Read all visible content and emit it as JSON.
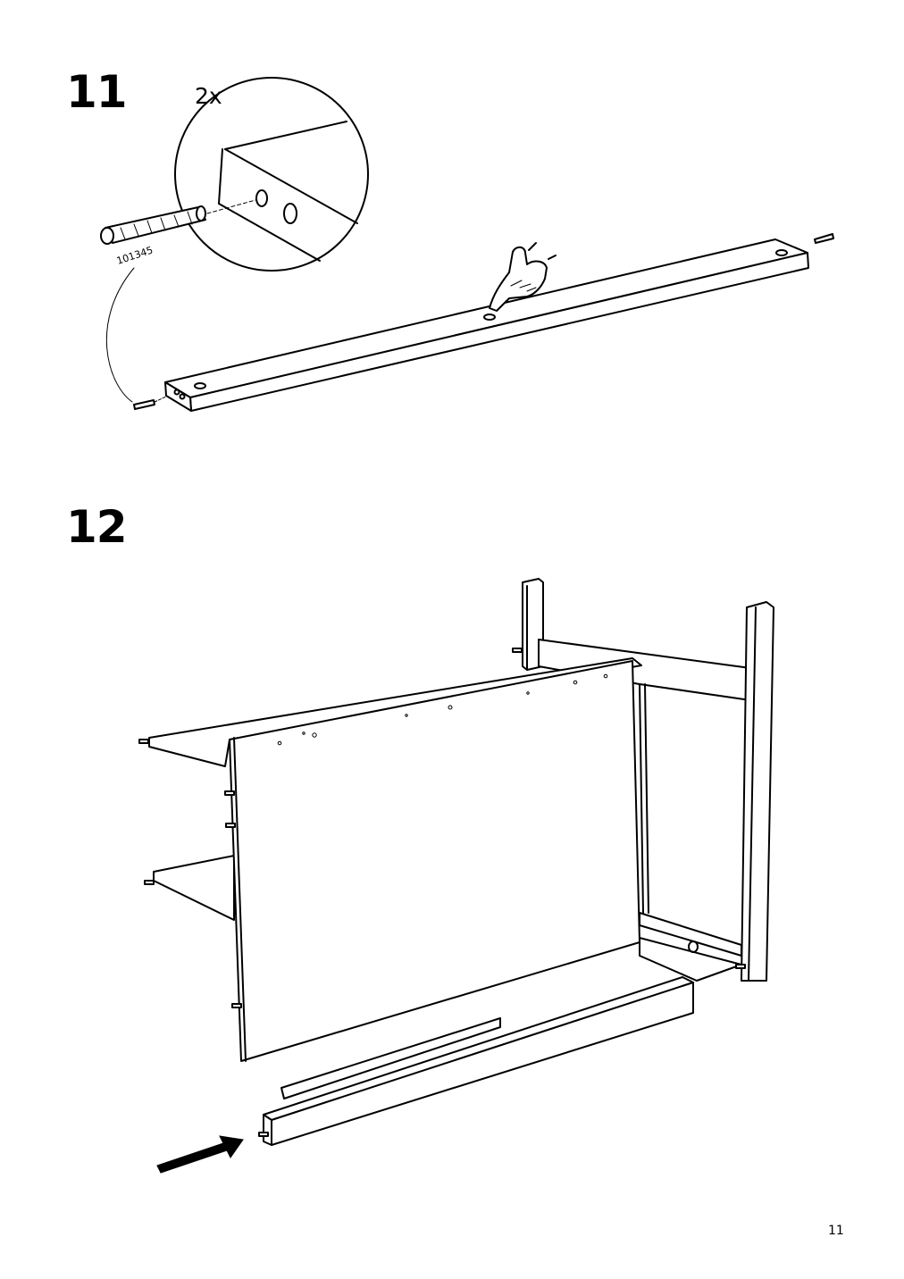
{
  "steps": [
    {
      "number": "11",
      "quantity": "2x",
      "part_code": "101345"
    },
    {
      "number": "12"
    }
  ],
  "page_number": "11",
  "icons": [
    "dowel-icon",
    "finger-press-icon",
    "push-arrow-icon"
  ]
}
